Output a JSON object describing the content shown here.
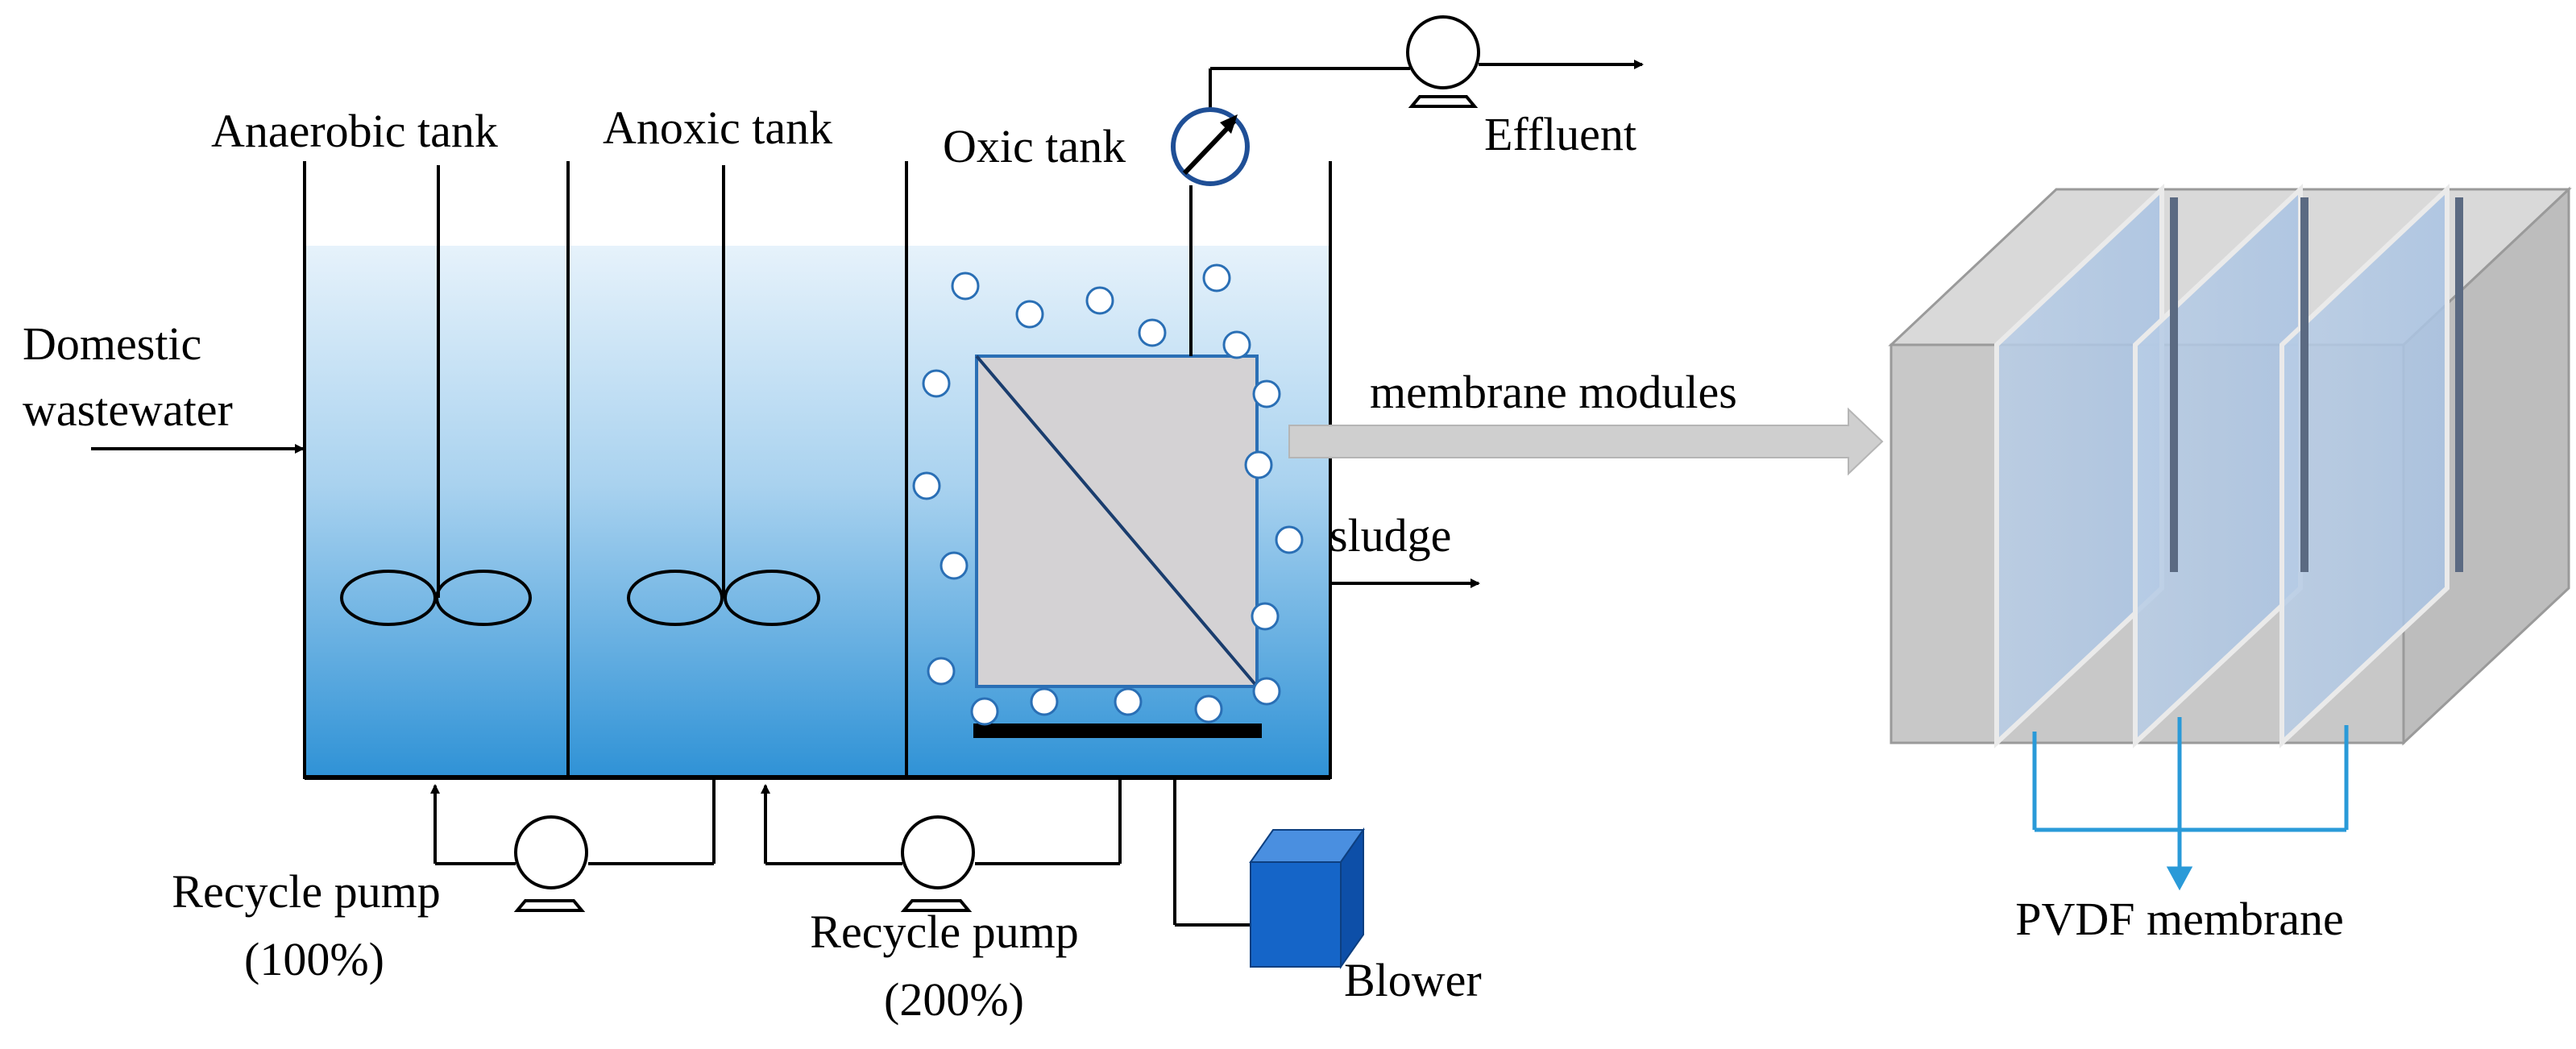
{
  "labels": {
    "anaerobic_tank": "Anaerobic tank",
    "anoxic_tank": "Anoxic tank",
    "oxic_tank": "Oxic tank",
    "effluent": "Effluent",
    "domestic": "Domestic",
    "wastewater": "wastewater",
    "membrane_modules": "membrane modules",
    "sludge": "sludge",
    "recycle_pump_1": "Recycle pump",
    "recycle_pump_1_pct": "(100%)",
    "recycle_pump_2": "Recycle pump",
    "recycle_pump_2_pct": "(200%)",
    "blower": "Blower",
    "pvdf_membrane": "PVDF membrane"
  },
  "colors": {
    "water_top": "#e4f1fb",
    "water_bottom": "#2f92d6",
    "membrane_fill": "#d4d2d4",
    "membrane_border": "#2a6fb5",
    "gauge_ring": "#1f4f96",
    "blower": "#1565c8",
    "pvdf_lines": "#2a9ad8",
    "box_grey": "#c8c8c8",
    "big_arrow": "#cfcfcf"
  },
  "icons": [
    "pump-icon",
    "pressure-gauge-icon",
    "mixer-icon",
    "blower-icon",
    "air-bubble-icon"
  ]
}
